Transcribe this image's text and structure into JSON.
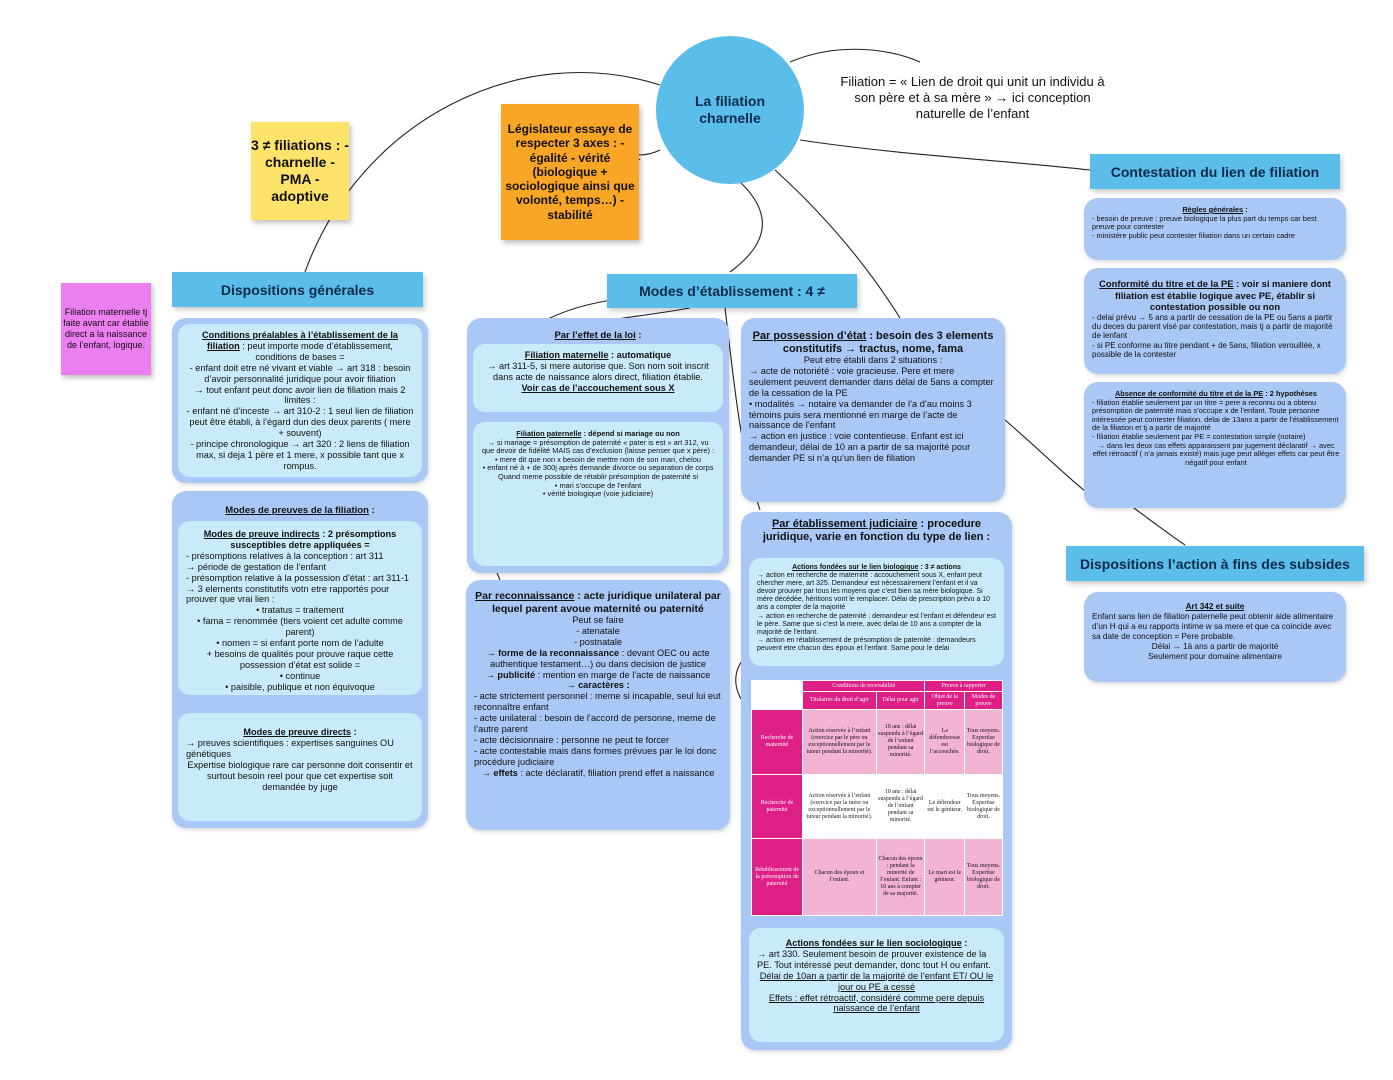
{
  "center": {
    "title": "La filiation charnelle"
  },
  "definition": "Filiation = « Lien de droit qui unit un individu à son père et à sa mère » → ici conception naturelle de l’enfant",
  "stickies": {
    "yellow": "3 ≠ filiations : - charnelle - PMA - adoptive",
    "orange": "Législateur essaye de respecter 3 axes : - égalité - vérité (biologique + sociologique ainsi que volonté, temps…) - stabilité",
    "pink": "Filiation maternelle tj faite avant car établie direct a la naissance de l’enfant, logique."
  },
  "headers": {
    "dispositions": "Dispositions générales",
    "modes": "Modes d’établissement : 4 ≠",
    "contestation": "Contestation du lien de filiation",
    "subsides": "Dispositions l’action à fins des subsides"
  },
  "dispositions": {
    "conditions_title": "Conditions préalables à l’établissement de la filiation",
    "conditions_intro": " : peut importe mode d’établissement, conditions de bases =",
    "conditions_lines": [
      "- enfant doit etre né vivant et viable → art 318 : besoin d’avoir personnalité juridique pour avoir filiation",
      "→ tout enfant peut donc avoir lien de filiation mais 2 limites :",
      "- enfant né d’inceste → art 310-2 : 1 seul lien de filiation peut être établi, à l’égard dun des deux parents ( mere + souvent)",
      "- principe chronologique → art 320 : 2 liens de filiation max, si deja 1 père et 1 mere, x possible tant que x rompus."
    ],
    "preuves_title": "Modes de preuves de la filiation",
    "indirect_title": "Modes de preuve indirects",
    "indirect_intro": " : 2 présomptions susceptibles detre appliquées =",
    "indirect_lines": [
      "- présomptions relatives à la conception : art 311",
      "→ période de gestation de l’enfant",
      "- présomption relative à la possession d’état : art 311-1 → 3 elements constitutifs votn etre rapportés pour prouver que vrai lien :",
      "• tratatus = traitement",
      "• fama = renommée (tiers voient cet adulte comme parent)",
      "• nomen = si enfant porte nom de l’adulte",
      "+ besoins de qualités pour prouve raque cette possession d’état est solide =",
      "• continue",
      "• paisible, publique et non équivoque"
    ],
    "direct_title": "Modes de preuve directs",
    "direct_lines": [
      "→ preuves scientifiques : expertises sanguines OU génétiques",
      "Expertise biologique rare car personne doit consentir et surtout besoin reel pour que cet expertise soit demandée by juge"
    ]
  },
  "loi": {
    "title": "Par l’effet de la loi",
    "maternelle_title": "Filiation maternelle",
    "maternelle_intro": " : automatique",
    "maternelle_lines": [
      "→ art 311-5, si mere autorise que. Son nom soit inscrit dans acte de naissance alors direct, filiation établie."
    ],
    "maternelle_link": "Voir cas de l’accouchement sous X",
    "paternelle_title": "Filiation paternelle",
    "paternelle_intro": " : dépend si mariage ou non",
    "paternelle_lines": [
      "→ si mariage = présomption de paternité « pater is est » art 312, vu que devoir de fidélité MAIS cas d’exclusion (laisse penser que x père) :",
      "• mere dit que non x besoin de mettre nom de son mari, chelou",
      "• enfant né à + de 300j après demande divorce ou separation de corps",
      "Quand meme possible de rétablir présomption de paternité si",
      "• mari s’occupe de l’enfant",
      "• vérité biologique (voie judiciaire)"
    ]
  },
  "reconnaissance": {
    "title": "Par reconnaissance",
    "intro": " : acte juridique unilateral par lequel parent avoue maternité ou paternité",
    "center_lines": [
      "Peut se faire",
      "- atenatale",
      "- postnatale"
    ],
    "lines": [
      {
        "b": "→ forme de la reconnaissance",
        "t": " : devant OEC ou acte authentique testament…) ou dans decision de justice"
      },
      {
        "b": "→ publicité",
        "t": " : mention en marge de l’acte de naissance"
      },
      {
        "b": "→ caractères :",
        "t": ""
      },
      {
        "b": "",
        "t": "- acte strictement personnel : meme si incapable, seul lui eut reconnaître enfant"
      },
      {
        "b": "",
        "t": "- acte unilateral : besoin de l’accord de personne, meme de l’autre parent"
      },
      {
        "b": "",
        "t": "- acte décisionnaire : personne ne peut te forcer"
      },
      {
        "b": "",
        "t": "- acte contestable mais dans formes prévues par le loi donc procédure judiciaire"
      },
      {
        "b": "→ effets",
        "t": " : acte déclaratif, filiation prend effet a naissance"
      }
    ]
  },
  "possession": {
    "title": "Par possession d’état",
    "intro": " : besoin des 3 elements constitutifs → tractus, nome, fama",
    "center_line": "Peut etre établi dans 2 situations :",
    "lines": [
      "→ acte de notoriété : voie gracieuse. Pere et mere seulement peuvent demander dans délai de 5ans a compter de la cessation de la PE",
      "• modalités → notaire va demander de l’a d’au moins 3 témoins puis sera mentionné en marge de l’acte de naissance de l’enfant",
      "→ action en justice : voie contentieuse. Enfant est ici demandeur, délai de 10 an a partir de sa majorité pour demander PE si n’a qu’un lien de filiation"
    ]
  },
  "judiciaire": {
    "title": "Par établissement judiciaire",
    "intro": " : procedure juridique, varie en fonction du type de lien :",
    "bio_title": "Actions fondées sur le lien biologique",
    "bio_intro": " : 3 ≠ actions",
    "bio_lines": [
      "→ action en recherche de maternité : accouchement sous X, enfant peut chercher mere, art 325. Demandeur est nécessairement l’enfant et il va devoir prouver par tous les moyens que c’est bien sa mère biologique. Si mère décédée, héritions vont le remplacer. Délai de prescription prévu a 10 ans a compter de la majorité",
      "→ action en recherche de paternité : demandeur est l’enfant et défendeur est le père. Same que si c’est la mere, avec delai de 10 ans a compter de la majorité de l’enfant.",
      "→ action en rétablissement de présomption de paternité : demandeurs peuvent etre chacun des époux et l’enfant. Same pour le delai"
    ],
    "table": {
      "group1": "Conditions de recevabilité",
      "group2": "Preuve à rapporter",
      "cols": [
        "Titulaires du droit d’agir",
        "Délai pour agir",
        "Objet de la preuve",
        "Modes de preuve"
      ],
      "rows": [
        {
          "head": "Recherche de maternité",
          "cells": [
            "Action réservée à l’enfant (exercice par le père ou exceptionnellement par le tuteur pendant la minorité).",
            "10 ans : délai suspendu à l’égard de l’enfant pendant sa minorité.",
            "La défenderesse est l’accouchée.",
            "Tous moyens. Expertise biologique de droit."
          ]
        },
        {
          "head": "Recherche de paternité",
          "cells": [
            "Action réservée à l’enfant (exercice par la mère ou exceptionnellement par le tuteur pendant la minorité).",
            "10 ans : délai suspendu à l’égard de l’enfant pendant sa minorité.",
            "Le défendeur est le géniteur.",
            "Tous moyens. Expertise biologique de droit."
          ]
        },
        {
          "head": "Rétablissement de la présomption de paternité",
          "cells": [
            "Chacun des époux et l’enfant.",
            "Chacun des époux : pendant la minorité de l’enfant. Enfant : 10 ans à compter de sa majorité.",
            "Le mari est le géniteur.",
            "Tous moyens. Expertise biologique de droit."
          ]
        }
      ]
    },
    "socio_title": "Actions fondées sur le lien sociologique",
    "socio_lines": [
      "→ art 330. Seulement besoin de prouver existence de la PE. Tout intéressé peut demander, donc tout H ou enfant."
    ],
    "socio_delay": "Délai de 10an a partir de la majorité de l’enfant ET/ OU le jour ou PE a cessé",
    "socio_effects": "Effets : effet rétroactif, considéré comme pere depuis naissance de l’enfant"
  },
  "contestation": {
    "regles_title": "Règles générales",
    "regles_lines": [
      "- besoin de preuve : preuve biologique la plus part du temps car best preuve pour contester",
      "- ministère public peut contester filiation dans un certain cadre"
    ],
    "conformite_title": "Conformité du titre et de la PE",
    "conformite_intro": " : voir si maniere dont filiation est établie logique avec PE, établir si contestation possible ou non",
    "conformite_lines": [
      "- delai prévu → 5 ans a partir de cessation de la PE ou 5ans a partir du deces du parent visé par contestation, mais tj a partir de majorité de lenfant",
      "- si PE conforme au titre pendant + de 5ans, filiation verouillée, x possible de la contester"
    ],
    "absence_title": "Absence de conformité du titre et de la PE",
    "absence_intro": " : 2 hypothèses",
    "absence_lines": [
      "- filiation établie seulement par un titre = pere a reconnu ou a obtenu présomption de paternité mais s’occupe x de l’enfant. Toute personne intéressée peut contester filiation. delai de 13ans a partir de l’établissement de la filiation et tj a partir de majorité",
      "- filiation établie seulement par PE = contestation simple (notaire)",
      "→ dans les deux cas effets apparaissent par jugement déclaratif → avec effet rétroactif ( n’a jamais existé) mais juge peut alléger effets car peut être négatif pour enfant"
    ]
  },
  "subsides": {
    "title": "Art 342 et suite",
    "lines": [
      "Enfant sans lien de filiation paternelle peut obtenir aide alimentaire d’un H qui a eu rapports intime w sa mere et que ca coincide avec sa date de conception = Pere probable."
    ],
    "center_lines": [
      "Délai → 1ä ans a partir de majorité",
      "Seulement pour domaine alimentaire"
    ]
  }
}
